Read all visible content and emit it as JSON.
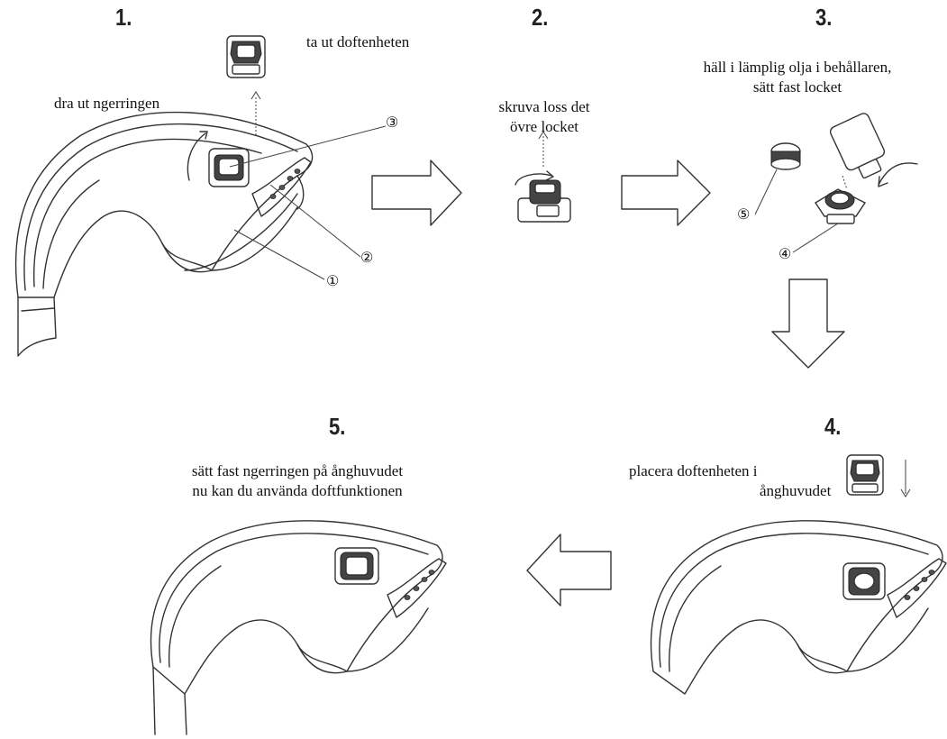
{
  "steps": [
    {
      "number": "1.",
      "captions": [
        "ta ut doftenheten",
        "dra ut   ngerringen"
      ]
    },
    {
      "number": "2.",
      "captions": [
        "skruva loss det",
        "övre locket"
      ]
    },
    {
      "number": "3.",
      "captions": [
        "häll i lämplig olja i behållaren,",
        "sätt fast locket"
      ]
    },
    {
      "number": "4.",
      "captions": [
        "placera doftenheten i",
        "ånghuvudet"
      ]
    },
    {
      "number": "5.",
      "captions": [
        "sätt fast   ngerringen på ånghuvudet",
        "nu kan du använda doftfunktionen"
      ]
    }
  ],
  "callouts": {
    "one": "①",
    "two": "②",
    "three": "③",
    "four": "④",
    "five": "⑤"
  }
}
